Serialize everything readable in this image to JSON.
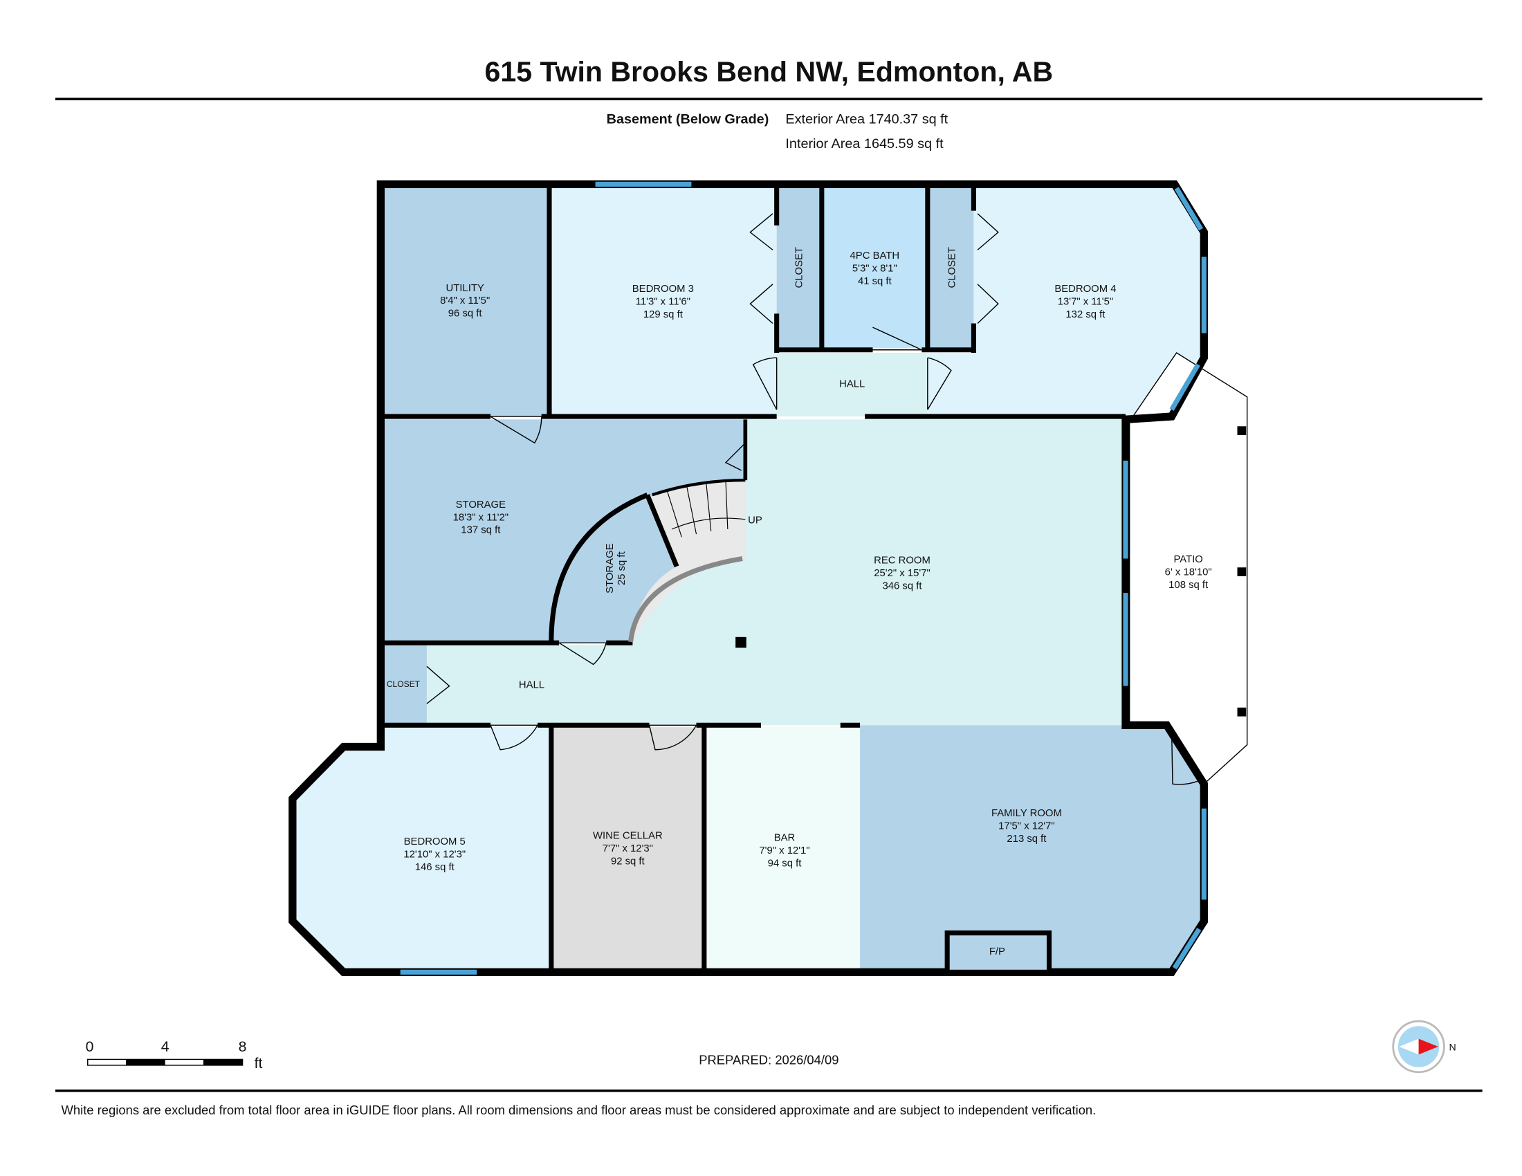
{
  "header": {
    "title": "615 Twin Brooks Bend NW, Edmonton, AB"
  },
  "level": {
    "name": "Basement (Below Grade)",
    "exterior_area": "Exterior Area 1740.37 sq ft",
    "interior_area": "Interior Area 1645.59 sq ft"
  },
  "rooms": {
    "utility": {
      "name": "UTILITY",
      "dims": "8'4\" x 11'5\"",
      "area": "96 sq ft"
    },
    "bedroom3": {
      "name": "BEDROOM 3",
      "dims": "11'3\" x 11'6\"",
      "area": "129 sq ft"
    },
    "closet_a": {
      "name": "CLOSET"
    },
    "bath": {
      "name": "4PC BATH",
      "dims": "5'3\" x 8'1\"",
      "area": "41 sq ft"
    },
    "closet_b": {
      "name": "CLOSET"
    },
    "bedroom4": {
      "name": "BEDROOM 4",
      "dims": "13'7\" x 11'5\"",
      "area": "132 sq ft"
    },
    "hall_top": {
      "name": "HALL"
    },
    "storage": {
      "name": "STORAGE",
      "dims": "18'3\" x 11'2\"",
      "area": "137 sq ft"
    },
    "storage_small": {
      "name": "STORAGE",
      "area": "25 sq ft"
    },
    "stairs": {
      "label": "UP"
    },
    "rec_room": {
      "name": "REC ROOM",
      "dims": "25'2\" x 15'7\"",
      "area": "346 sq ft"
    },
    "patio": {
      "name": "PATIO",
      "dims": "6' x 18'10\"",
      "area": "108 sq ft"
    },
    "closet_c": {
      "name": "CLOSET"
    },
    "hall_left": {
      "name": "HALL"
    },
    "bedroom5": {
      "name": "BEDROOM 5",
      "dims": "12'10\" x 12'3\"",
      "area": "146 sq ft"
    },
    "wine_cellar": {
      "name": "WINE CELLAR",
      "dims": "7'7\" x 12'3\"",
      "area": "92 sq ft"
    },
    "bar": {
      "name": "BAR",
      "dims": "7'9\" x 12'1\"",
      "area": "94 sq ft"
    },
    "family_room": {
      "name": "FAMILY ROOM",
      "dims": "17'5\" x 12'7\"",
      "area": "213 sq ft"
    },
    "fireplace": {
      "name": "F/P"
    }
  },
  "scale": {
    "ticks": [
      "0",
      "4",
      "8"
    ],
    "unit": "ft"
  },
  "compass": {
    "label": "N"
  },
  "prepared": "PREPARED: 2026/04/09",
  "footer": {
    "disclaimer": "White regions are excluded from total floor area in iGUIDE floor plans. All room dimensions and floor areas must be considered approximate and are subject to independent verification."
  },
  "colors": {
    "room_blue": "#b3d3e8",
    "room_light": "#dff3fc",
    "bath": "#bfe3f8",
    "hall": "#d8f1f2",
    "wine": "#dedede",
    "bar": "#effcfa",
    "window": "#4aa3d6"
  }
}
